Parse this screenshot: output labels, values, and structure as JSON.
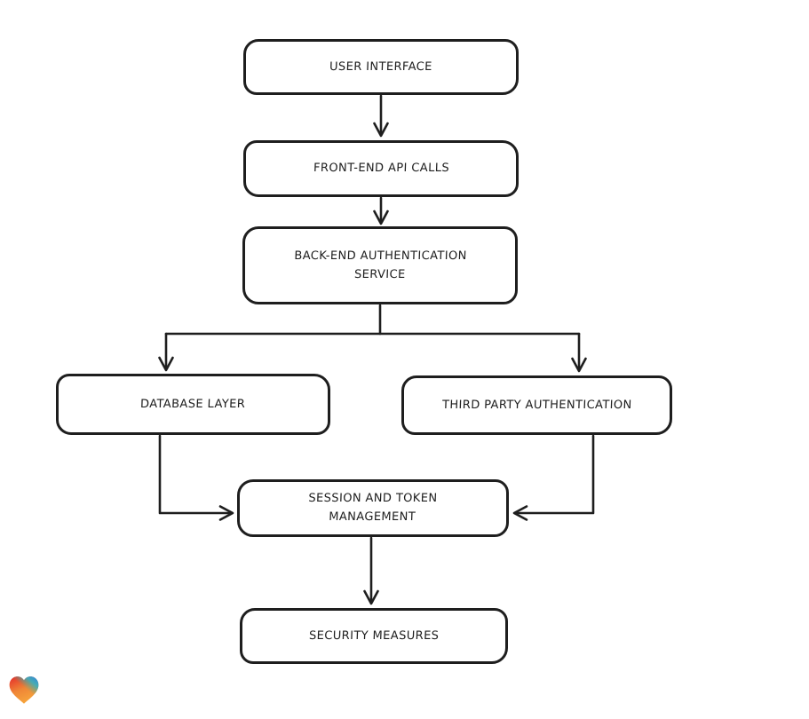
{
  "diagram": {
    "type": "flowchart",
    "style": {
      "stroke_color": "#1e1e1e",
      "node_fill": "#ffffff",
      "background": "#ffffff"
    },
    "nodes": [
      {
        "id": "user-interface",
        "label": "USER INTERFACE"
      },
      {
        "id": "front-end-api-calls",
        "label": "FRONT-END API CALLS"
      },
      {
        "id": "back-end-authentication-service",
        "label": "BACK-END AUTHENTICATION\nSERVICE"
      },
      {
        "id": "database-layer",
        "label": "DATABASE LAYER"
      },
      {
        "id": "third-party-authentication",
        "label": "THIRD PARTY AUTHENTICATION"
      },
      {
        "id": "session-and-token-management",
        "label": "SESSION AND TOKEN\nMANAGEMENT"
      },
      {
        "id": "security-measures",
        "label": "SECURITY MEASURES"
      }
    ],
    "edges": [
      {
        "from": "user-interface",
        "to": "front-end-api-calls"
      },
      {
        "from": "front-end-api-calls",
        "to": "back-end-authentication-service"
      },
      {
        "from": "back-end-authentication-service",
        "to": "database-layer"
      },
      {
        "from": "back-end-authentication-service",
        "to": "third-party-authentication"
      },
      {
        "from": "database-layer",
        "to": "session-and-token-management"
      },
      {
        "from": "third-party-authentication",
        "to": "session-and-token-management"
      },
      {
        "from": "session-and-token-management",
        "to": "security-measures"
      }
    ]
  },
  "watermark": {
    "icon": "heart-icon",
    "gradient_colors": [
      "#e52a2a",
      "#f59d3b",
      "#2ba4d9"
    ]
  }
}
